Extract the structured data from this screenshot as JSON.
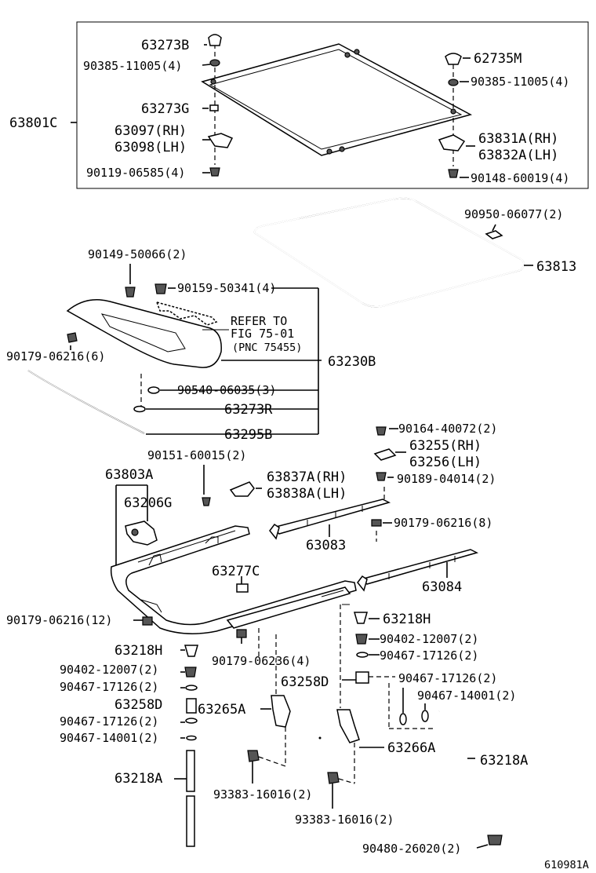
{
  "diagram_id": "610981A",
  "labels": {
    "p63273B": "63273B",
    "p90385_11005_a": "90385-11005(4)",
    "p62735M": "62735M",
    "p90385_11005_b": "90385-11005(4)",
    "p63801C": "63801C",
    "p63273G": "63273G",
    "p63097": "63097(RH)",
    "p63098": "63098(LH)",
    "p63831A": "63831A(RH)",
    "p63832A": "63832A(LH)",
    "p90119_06585": "90119-06585(4)",
    "p90148_60019": "90148-60019(4)",
    "p90950_06077": "90950-06077(2)",
    "p63813": "63813",
    "p90149_50066": "90149-50066(2)",
    "p90159_50341": "90159-50341(4)",
    "refer_1": "REFER TO",
    "refer_2": "FIG 75-01",
    "refer_3": "(PNC 75455)",
    "p90179_06216_6": "90179-06216(6)",
    "p63230B": "63230B",
    "p90540_06035": "90540-06035(3)",
    "p63273R": "63273R",
    "p63295B": "63295B",
    "p90164_40072": "90164-40072(2)",
    "p90151_60015": "90151-60015(2)",
    "p63255": "63255(RH)",
    "p63256": "63256(LH)",
    "p63803A": "63803A",
    "p63837A": "63837A(RH)",
    "p63838A": "63838A(LH)",
    "p90189_04014": "90189-04014(2)",
    "p63206G": "63206G",
    "p90179_06216_8": "90179-06216(8)",
    "p63083": "63083",
    "p63277C": "63277C",
    "p63084": "63084",
    "p90179_06216_12": "90179-06216(12)",
    "p63218H_r": "63218H",
    "p90402_12007_r": "90402-12007(2)",
    "p90467_17126_r1": "90467-17126(2)",
    "p63218H_l": "63218H",
    "p90179_06236": "90179-06236(4)",
    "p63258D_r": "63258D",
    "p90467_17126_r2": "90467-17126(2)",
    "p90402_12007_l": "90402-12007(2)",
    "p90467_14001_r": "90467-14001(2)",
    "p90467_17126_l1": "90467-17126(2)",
    "p63258D_l": "63258D",
    "p63265A": "63265A",
    "p90467_17126_l2": "90467-17126(2)",
    "p90467_14001_l": "90467-14001(2)",
    "p63266A": "63266A",
    "p63218A_r": "63218A",
    "p63218A_l": "63218A",
    "p93383_16016_l": "93383-16016(2)",
    "p93383_16016_r": "93383-16016(2)",
    "p90480_26020": "90480-26020(2)"
  }
}
